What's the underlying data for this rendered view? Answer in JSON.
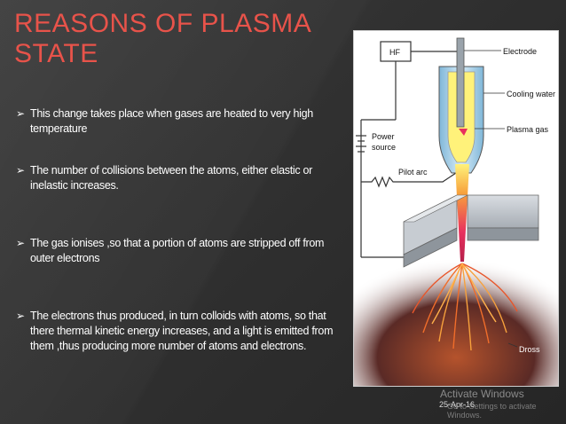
{
  "slide": {
    "title": "REASONS OF PLASMA STATE",
    "bullets": [
      "This change takes place when gases are heated to very high temperature",
      "The number of collisions between the atoms, either elastic or inelastic increases.",
      "The gas ionises ,so that a portion of atoms are stripped off from outer electrons",
      "The electrons thus produced, in turn colloids with atoms, so that there thermal kinetic energy increases, and a light is emitted from them ,thus producing more number of atoms and electrons."
    ],
    "bullet_glyph": "➢",
    "date": "25-Apr-16"
  },
  "figure": {
    "labels": {
      "hf": "HF",
      "electrode": "Electrode",
      "cooling_water": "Cooling water",
      "plasma_gas": "Plasma gas",
      "power_source_line1": "Power",
      "power_source_line2": "source",
      "pilot_arc": "Pilot arc",
      "dross": "Dross"
    }
  },
  "watermark": {
    "line1": "Activate Windows",
    "line2": "Go to Settings to activate Windows."
  },
  "colors": {
    "title": "#e8534a",
    "background": "#333333",
    "text": "#ffffff"
  }
}
